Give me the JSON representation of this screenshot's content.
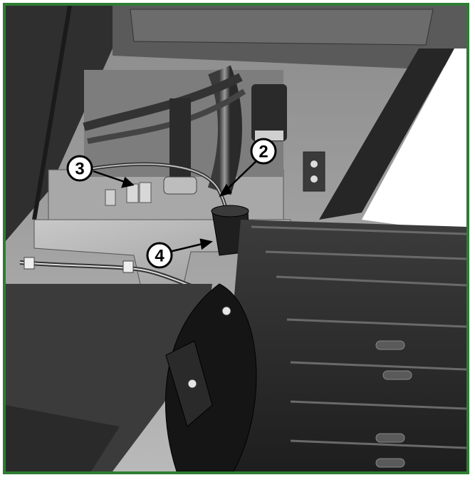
{
  "figure": {
    "frame_color": "#2e7d32",
    "callouts": [
      {
        "id": "callout-2",
        "label": "2"
      },
      {
        "id": "callout-3",
        "label": "3"
      },
      {
        "id": "callout-4",
        "label": "4"
      }
    ]
  }
}
